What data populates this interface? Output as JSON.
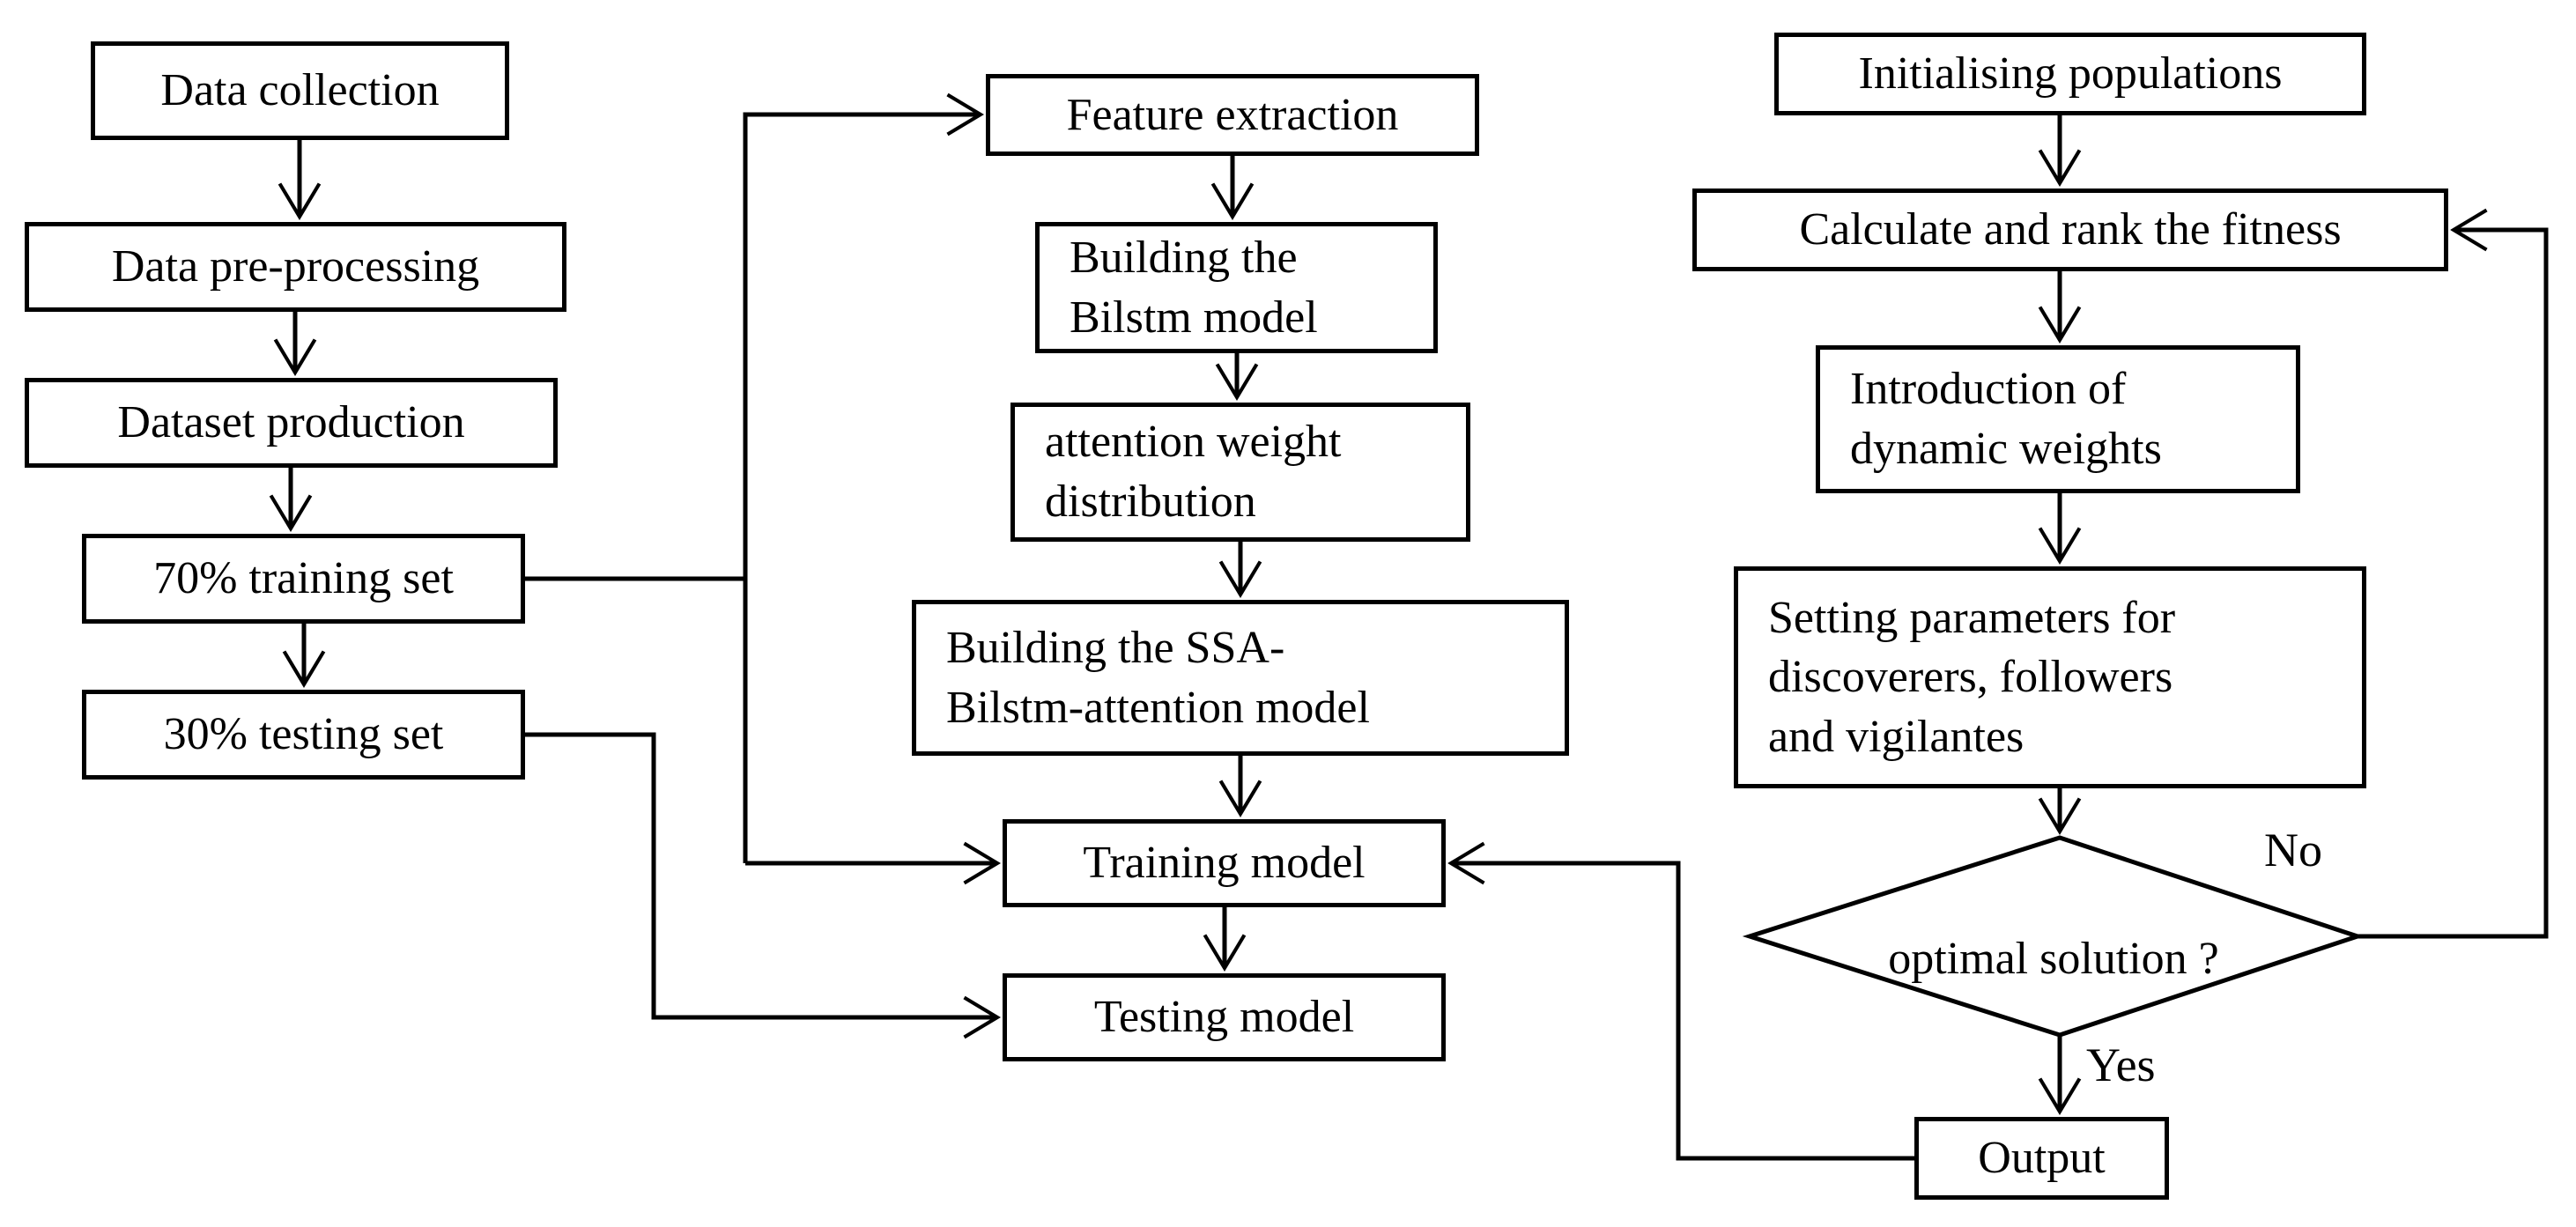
{
  "colors": {
    "background": "#ffffff",
    "line": "#000000",
    "text": "#000000",
    "box_fill": "#ffffff"
  },
  "left_column": {
    "data_collection": "Data collection",
    "data_pre_processing": "Data pre-processing",
    "dataset_production": "Dataset production",
    "training_set": "70% training set",
    "testing_set": "30% testing set"
  },
  "middle_column": {
    "feature_extraction": "Feature extraction",
    "building_bilstm": [
      "Building the",
      "Bilstm model"
    ],
    "attention_weight": [
      "attention weight",
      "distribution"
    ],
    "building_ssa": [
      "Building the SSA-",
      "Bilstm-attention model"
    ],
    "training_model": "Training model",
    "testing_model": "Testing model"
  },
  "right_column": {
    "initialising_populations": "Initialising populations",
    "calculate_fitness": "Calculate and rank the fitness",
    "introduction_weights": [
      "Introduction of",
      "dynamic weights"
    ],
    "setting_parameters": [
      "Setting parameters for",
      "discoverers, followers",
      "and vigilantes"
    ],
    "optimal_solution": "optimal solution ?",
    "output": "Output"
  },
  "labels": {
    "no": "No",
    "yes": "Yes"
  }
}
